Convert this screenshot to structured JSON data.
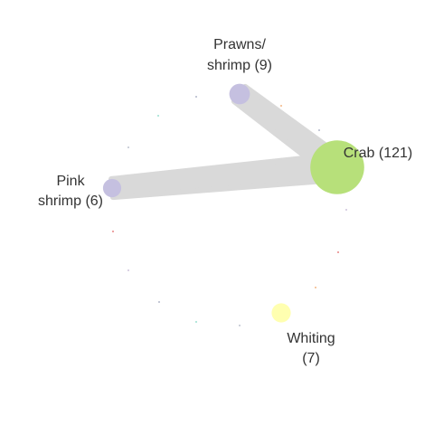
{
  "chart_data": {
    "type": "network",
    "nodes": [
      {
        "id": "crab",
        "label_lines": [
          "Crab (121)"
        ],
        "name": "Crab",
        "count": 121,
        "color": "#b7e07a"
      },
      {
        "id": "pink-shrimp",
        "label_lines": [
          "Pink",
          "shrimp (6)"
        ],
        "name": "Pink shrimp",
        "count": 6,
        "color": "#c5c0e0"
      },
      {
        "id": "prawns-shrimp",
        "label_lines": [
          "Prawns/",
          "shrimp (9)"
        ],
        "name": "Prawns/shrimp",
        "count": 9,
        "color": "#c5c0e0"
      },
      {
        "id": "whiting",
        "label_lines": [
          "Whiting",
          "(7)"
        ],
        "name": "Whiting",
        "count": 7,
        "color": "#ffffb0"
      }
    ],
    "edges": [
      {
        "source": "pink-shrimp",
        "target": "crab",
        "relative_weight": 1.0
      },
      {
        "source": "prawns-shrimp",
        "target": "crab",
        "relative_weight": 0.8
      }
    ],
    "minor_node_colors": [
      "#9aa0b8",
      "#7fd6c2",
      "#aab0c0",
      "#f0a060",
      "#e06060",
      "#c0b0d0"
    ],
    "edge_color": "#d9d9d9"
  }
}
